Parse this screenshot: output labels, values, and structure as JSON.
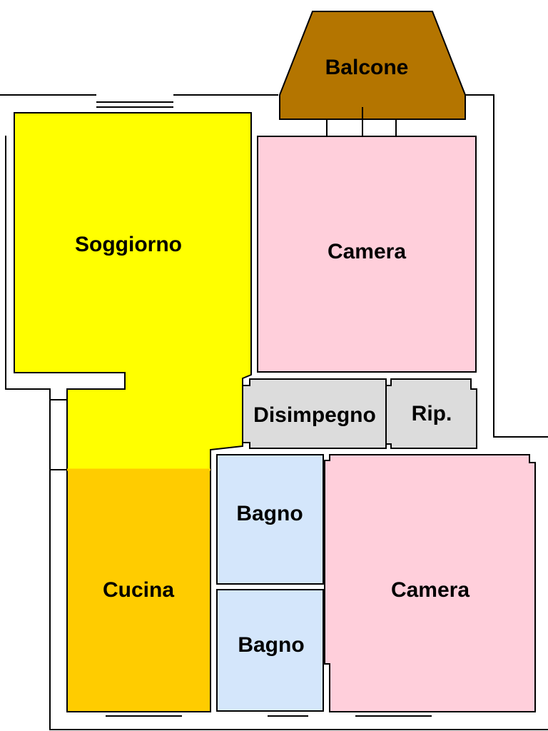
{
  "rooms": {
    "balcone": {
      "label": "Balcone",
      "color": "#b47500"
    },
    "soggiorno": {
      "label": "Soggiorno",
      "color": "#ffff00"
    },
    "camera_top": {
      "label": "Camera",
      "color": "#ffcfdb"
    },
    "disimpegno": {
      "label": "Disimpegno",
      "color": "#dcdcdc"
    },
    "ripostiglio": {
      "label": "Rip.",
      "color": "#dcdcdc"
    },
    "cucina": {
      "label": "Cucina",
      "color": "#ffcc00"
    },
    "bagno_top": {
      "label": "Bagno",
      "color": "#d4e6fb"
    },
    "bagno_bottom": {
      "label": "Bagno",
      "color": "#d4e6fb"
    },
    "camera_bottom": {
      "label": "Camera",
      "color": "#ffcfdb"
    }
  },
  "colors": {
    "wall": "#000000",
    "background": "#ffffff"
  }
}
